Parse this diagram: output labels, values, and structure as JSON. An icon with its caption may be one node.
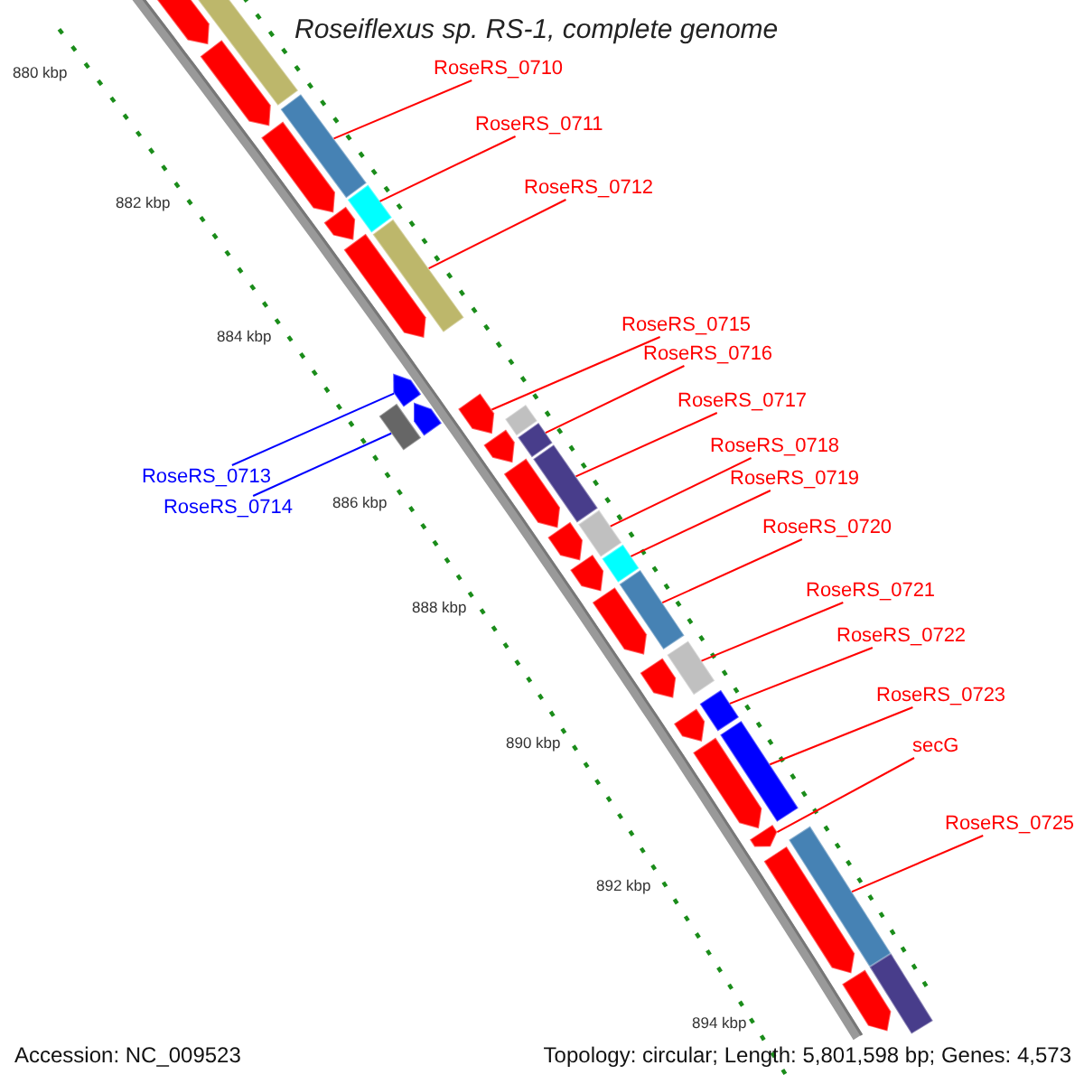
{
  "diagram": {
    "title": "Roseiflexus sp. RS-1, complete genome",
    "nodes": [
      {
        "text": [
          "RoseRS_0710"
        ]
      },
      {
        "text": [
          "RoseRS_0711"
        ]
      },
      {
        "text": [
          "RoseRS_0712"
        ]
      },
      {
        "text": [
          "RoseRS_0713"
        ]
      },
      {
        "text": [
          "RoseRS_0714"
        ]
      },
      {
        "text": [
          "RoseRS_0715"
        ]
      },
      {
        "text": [
          "RoseRS_0716"
        ]
      },
      {
        "text": [
          "RoseRS_0717"
        ]
      },
      {
        "text": [
          "RoseRS_0718"
        ]
      },
      {
        "text": [
          "RoseRS_0719"
        ]
      },
      {
        "text": [
          "RoseRS_0720"
        ]
      },
      {
        "text": [
          "RoseRS_0721"
        ]
      },
      {
        "text": [
          "RoseRS_0722"
        ]
      },
      {
        "text": [
          "RoseRS_0723"
        ]
      },
      {
        "text": [
          "secG"
        ]
      },
      {
        "text": [
          "RoseRS_0725"
        ]
      },
      {
        "text": [],
        "shape": "arrow"
      },
      {
        "text": [],
        "shape": "bar"
      },
      {
        "text": [],
        "shape": "arrow"
      },
      {
        "text": [],
        "shape": "bar"
      },
      {
        "text": [],
        "shape": "arrow"
      },
      {
        "text": [],
        "shape": "bar"
      },
      {
        "text": [],
        "shape": "arrow"
      },
      {
        "text": [],
        "shape": "arrow"
      },
      {
        "text": [],
        "shape": "bar"
      },
      {
        "text": [],
        "shape": "arrow"
      },
      {
        "text": [],
        "shape": "bar"
      },
      {
        "text": [],
        "shape": "arrow"
      },
      {
        "text": [],
        "shape": "arrow"
      },
      {
        "text": [],
        "shape": "bar"
      },
      {
        "text": [],
        "shape": "arrow"
      },
      {
        "text": [],
        "shape": "bar"
      },
      {
        "text": [],
        "shape": "arrow"
      },
      {
        "text": [],
        "shape": "bar"
      },
      {
        "text": [],
        "shape": "arrow"
      },
      {
        "text": [],
        "shape": "bar"
      },
      {
        "text": [],
        "shape": "arrow"
      },
      {
        "text": [],
        "shape": "bar"
      },
      {
        "text": [],
        "shape": "arrow"
      },
      {
        "text": [],
        "shape": "bar"
      },
      {
        "text": [],
        "shape": "arrow"
      },
      {
        "text": [],
        "shape": "bar"
      },
      {
        "text": [],
        "shape": "arrow"
      },
      {
        "text": [],
        "shape": "bar"
      },
      {
        "text": [],
        "shape": "arrow"
      },
      {
        "text": [],
        "shape": "bar"
      },
      {
        "text": [],
        "shape": "arrow"
      },
      {
        "text": [],
        "shape": "bar"
      },
      {
        "text": [],
        "shape": "arrow"
      },
      {
        "text": [],
        "shape": "arrow"
      },
      {
        "text": [],
        "shape": "bar"
      }
    ],
    "edges": [
      {
        "from": 0,
        "to": 19,
        "arrow": "none"
      },
      {
        "from": 1,
        "to": 21,
        "arrow": "none"
      },
      {
        "from": 2,
        "to": 24,
        "arrow": "none"
      },
      {
        "from": 3,
        "to": 25,
        "arrow": "none",
        "color": "#0000ff"
      },
      {
        "from": 4,
        "to": 26,
        "arrow": "none",
        "color": "#0000ff"
      },
      {
        "from": 5,
        "to": 28,
        "arrow": "none"
      },
      {
        "from": 6,
        "to": 31,
        "arrow": "none"
      },
      {
        "from": 7,
        "to": 33,
        "arrow": "none"
      },
      {
        "from": 8,
        "to": 35,
        "arrow": "none"
      },
      {
        "from": 9,
        "to": 37,
        "arrow": "none"
      },
      {
        "from": 10,
        "to": 39,
        "arrow": "none"
      },
      {
        "from": 11,
        "to": 41,
        "arrow": "none"
      },
      {
        "from": 12,
        "to": 43,
        "arrow": "none"
      },
      {
        "from": 13,
        "to": 45,
        "arrow": "none"
      },
      {
        "from": 14,
        "to": 46,
        "arrow": "none"
      },
      {
        "from": 15,
        "to": 47,
        "arrow": "none"
      }
    ],
    "labels": [
      "880 kbp",
      "882 kbp",
      "884 kbp",
      "886 kbp",
      "888 kbp",
      "890 kbp",
      "892 kbp",
      "894 kbp",
      "Accession: NC_009523",
      "Topology: circular; Length: 5,801,598 bp; Genes: 4,573"
    ]
  }
}
